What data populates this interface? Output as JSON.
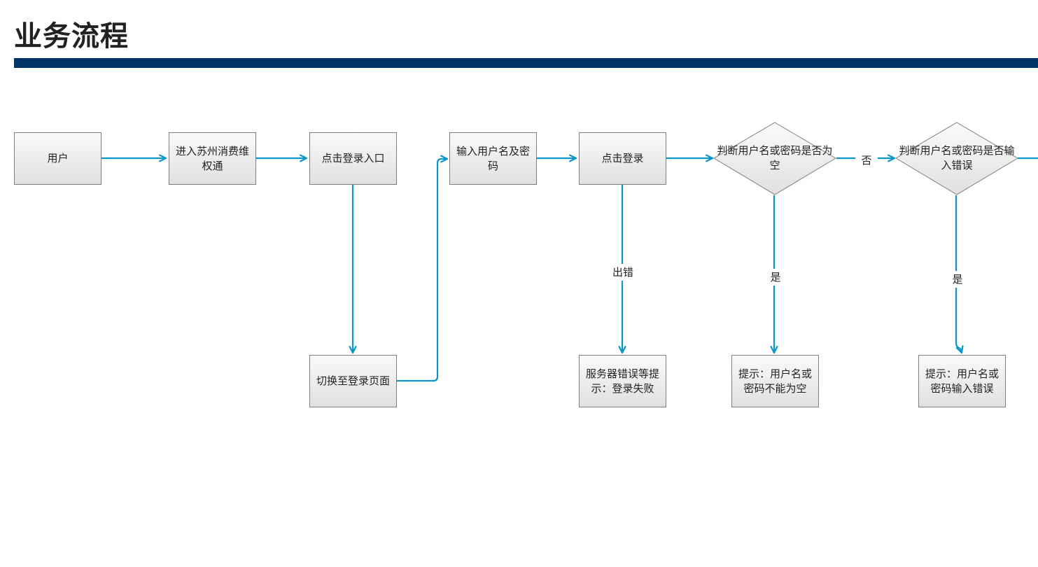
{
  "title": "业务流程",
  "colors": {
    "title_bar": "#003466",
    "connector": "#0a96c8",
    "node_border": "#7f7f7f"
  },
  "nodes": {
    "user": "用户",
    "enter_app": "进入苏州消费维权通",
    "click_login_entry": "点击登录入口",
    "switch_login_page": "切换至登录页面",
    "input_credentials": "输入用户名及密码",
    "click_login": "点击登录",
    "server_error_tip": "服务器错误等提示：登录失败",
    "empty_tip": "提示：用户名或密码不能为空",
    "wrong_input_tip": "提示：用户名或密码输入错误"
  },
  "decisions": {
    "check_empty": "判断用户名或密码是否为空",
    "check_wrong": "判断用户名或密码是否输入错误"
  },
  "edge_labels": {
    "error": "出错",
    "yes_empty": "是",
    "no_empty": "否",
    "yes_wrong": "是"
  }
}
